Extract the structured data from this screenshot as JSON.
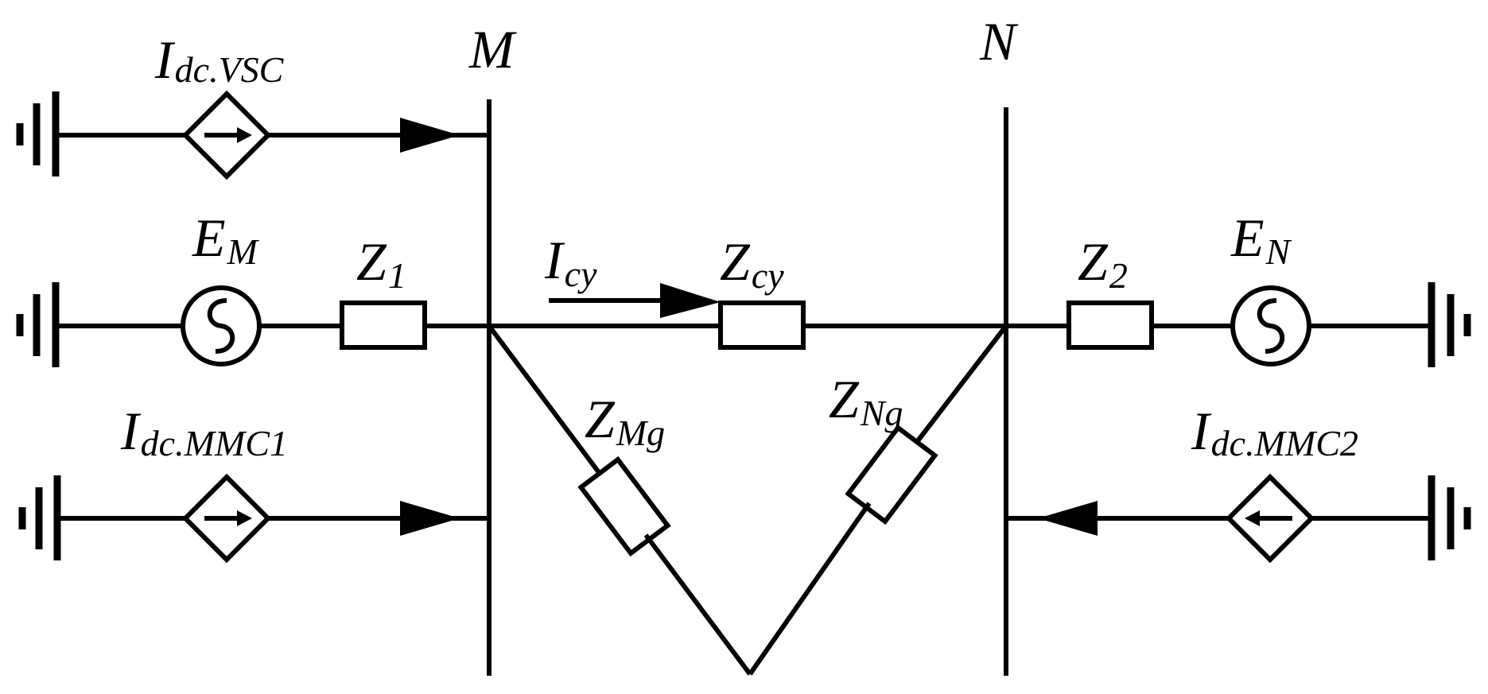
{
  "nodes": {
    "bus_m": "M",
    "bus_n": "N"
  },
  "labels": {
    "idc_vsc": {
      "main": "I",
      "sub": "dc.VSC"
    },
    "e_m": {
      "main": "E",
      "sub": "M"
    },
    "z1": {
      "main": "Z",
      "sub": "1"
    },
    "icy": {
      "main": "I",
      "sub": "cy"
    },
    "zcy": {
      "main": "Z",
      "sub": "cy"
    },
    "z2": {
      "main": "Z",
      "sub": "2"
    },
    "e_n": {
      "main": "E",
      "sub": "N"
    },
    "idc_mmc1": {
      "main": "I",
      "sub": "dc.MMC1"
    },
    "zmg": {
      "main": "Z",
      "sub": "Mg"
    },
    "zng": {
      "main": "Z",
      "sub": "Ng"
    },
    "idc_mmc2": {
      "main": "I",
      "sub": "dc.MMC2"
    }
  },
  "colors": {
    "ink": "#000000",
    "background": "#ffffff"
  }
}
